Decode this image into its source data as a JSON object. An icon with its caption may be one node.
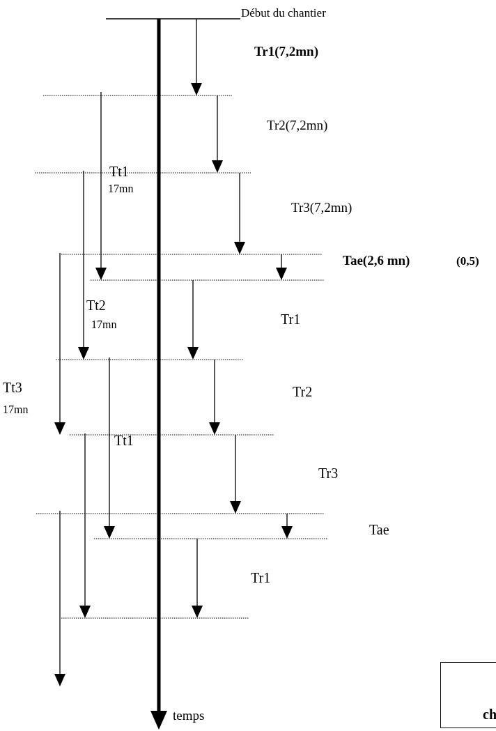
{
  "diagram": {
    "nodes": [
      {
        "text": [
          "ch"
        ]
      }
    ],
    "labels": [
      "Début du chantier",
      "Tr1(7,2mn)",
      "Tr2(7,2mn)",
      "Tt1",
      "17mn",
      "Tr3(7,2mn)",
      "Tae(2,6 mn)",
      "(0,5)",
      "Tt2",
      "17mn",
      "Tr1",
      "Tt3",
      "17mn",
      "Tr2",
      "Tt1",
      "Tr3",
      "Tae",
      "Tr1",
      "temps"
    ]
  }
}
